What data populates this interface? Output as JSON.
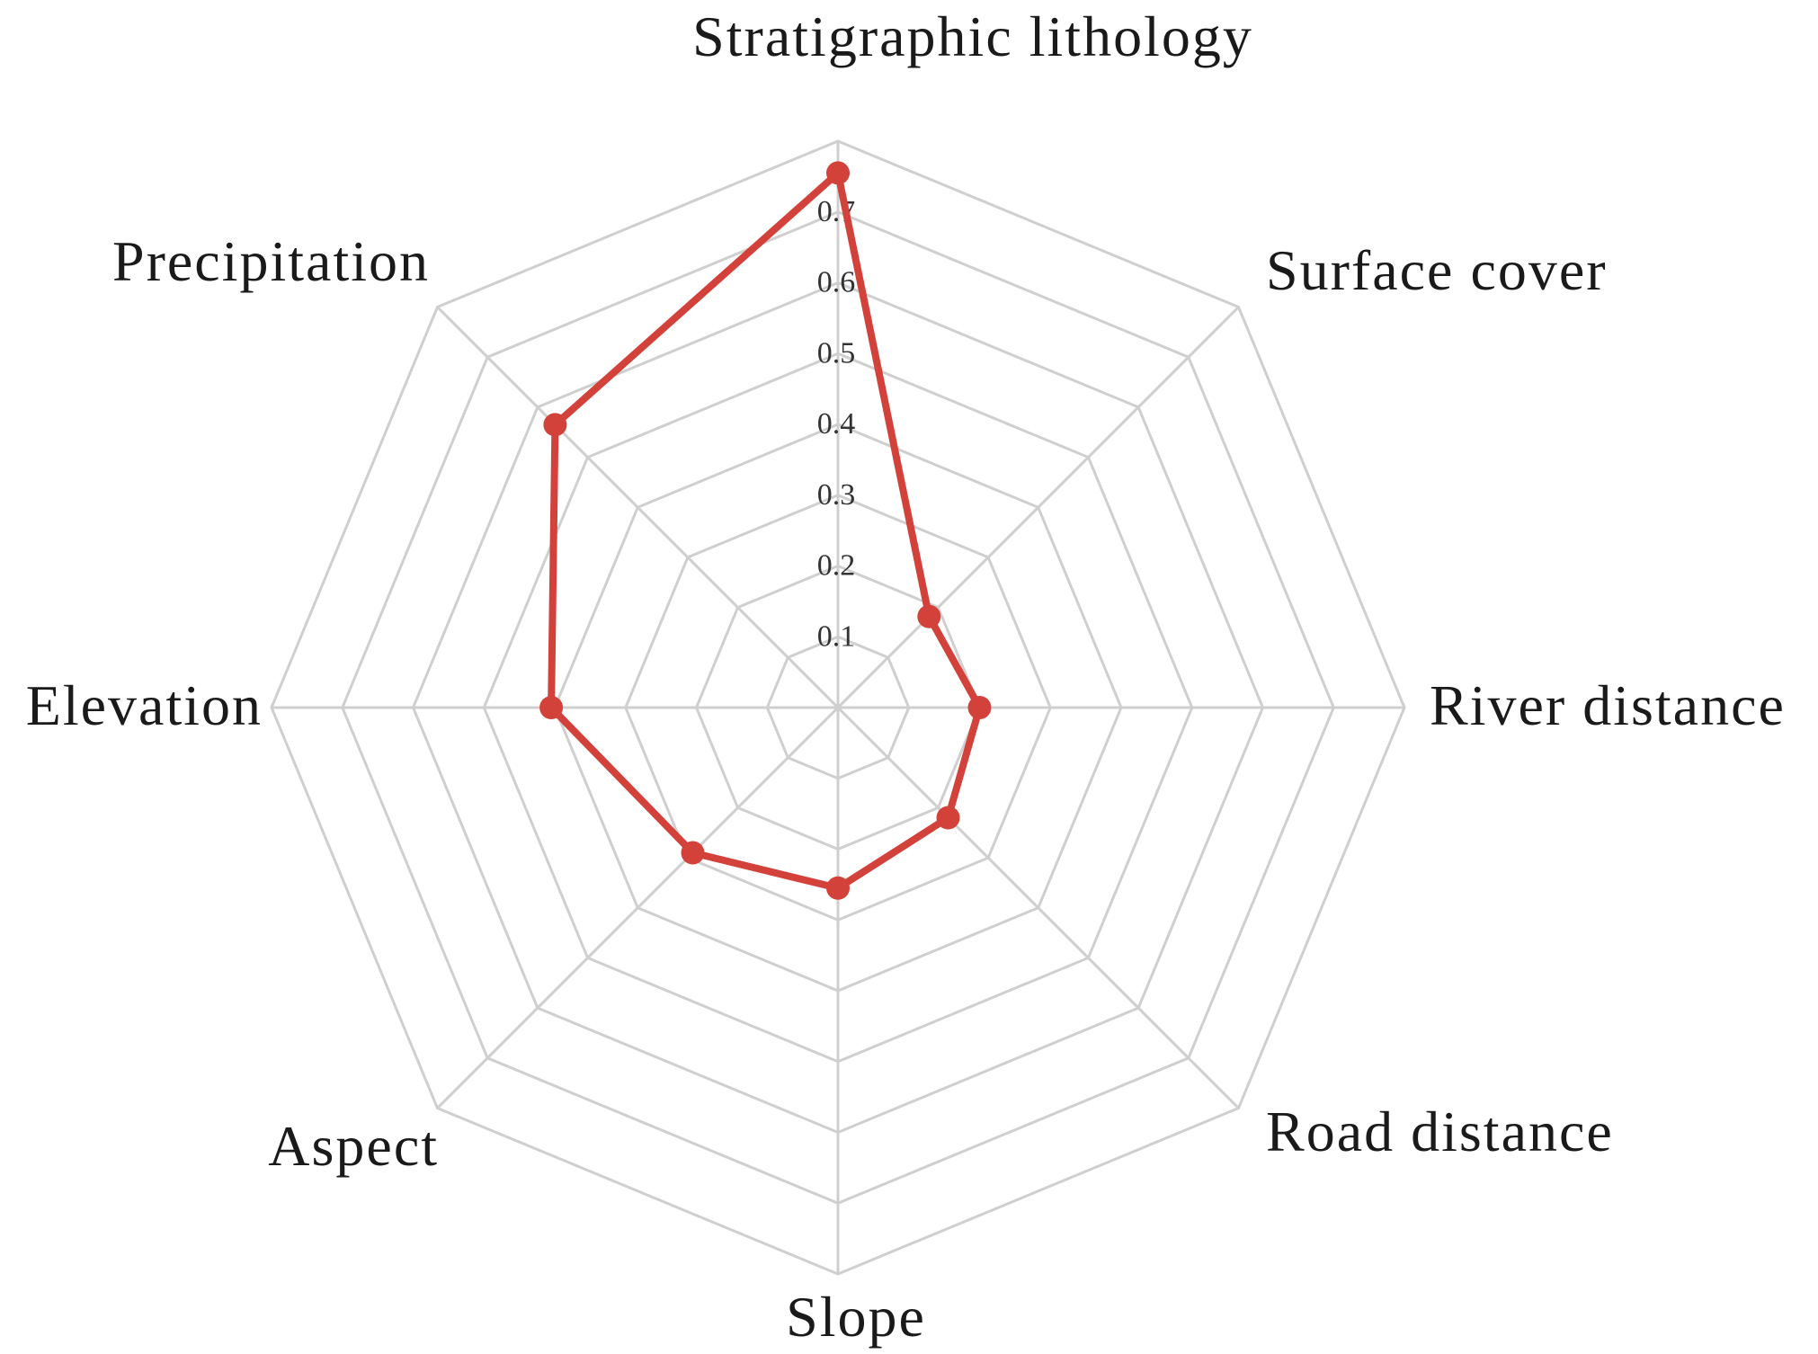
{
  "chart_data": {
    "type": "radar",
    "title": "",
    "axes": [
      "Stratigraphic lithology",
      "Surface cover",
      "River distance",
      "Road distance",
      "Slope",
      "Aspect",
      "Elevation",
      "Precipitation"
    ],
    "ticks": [
      "0.1",
      "0.2",
      "0.3",
      "0.4",
      "0.5",
      "0.6",
      "0.7"
    ],
    "rmax": 0.8,
    "grid": true,
    "series": [
      {
        "values": [
          0.755,
          0.182,
          0.2,
          0.22,
          0.255,
          0.29,
          0.405,
          0.565
        ],
        "color": "#d3423a"
      }
    ]
  }
}
